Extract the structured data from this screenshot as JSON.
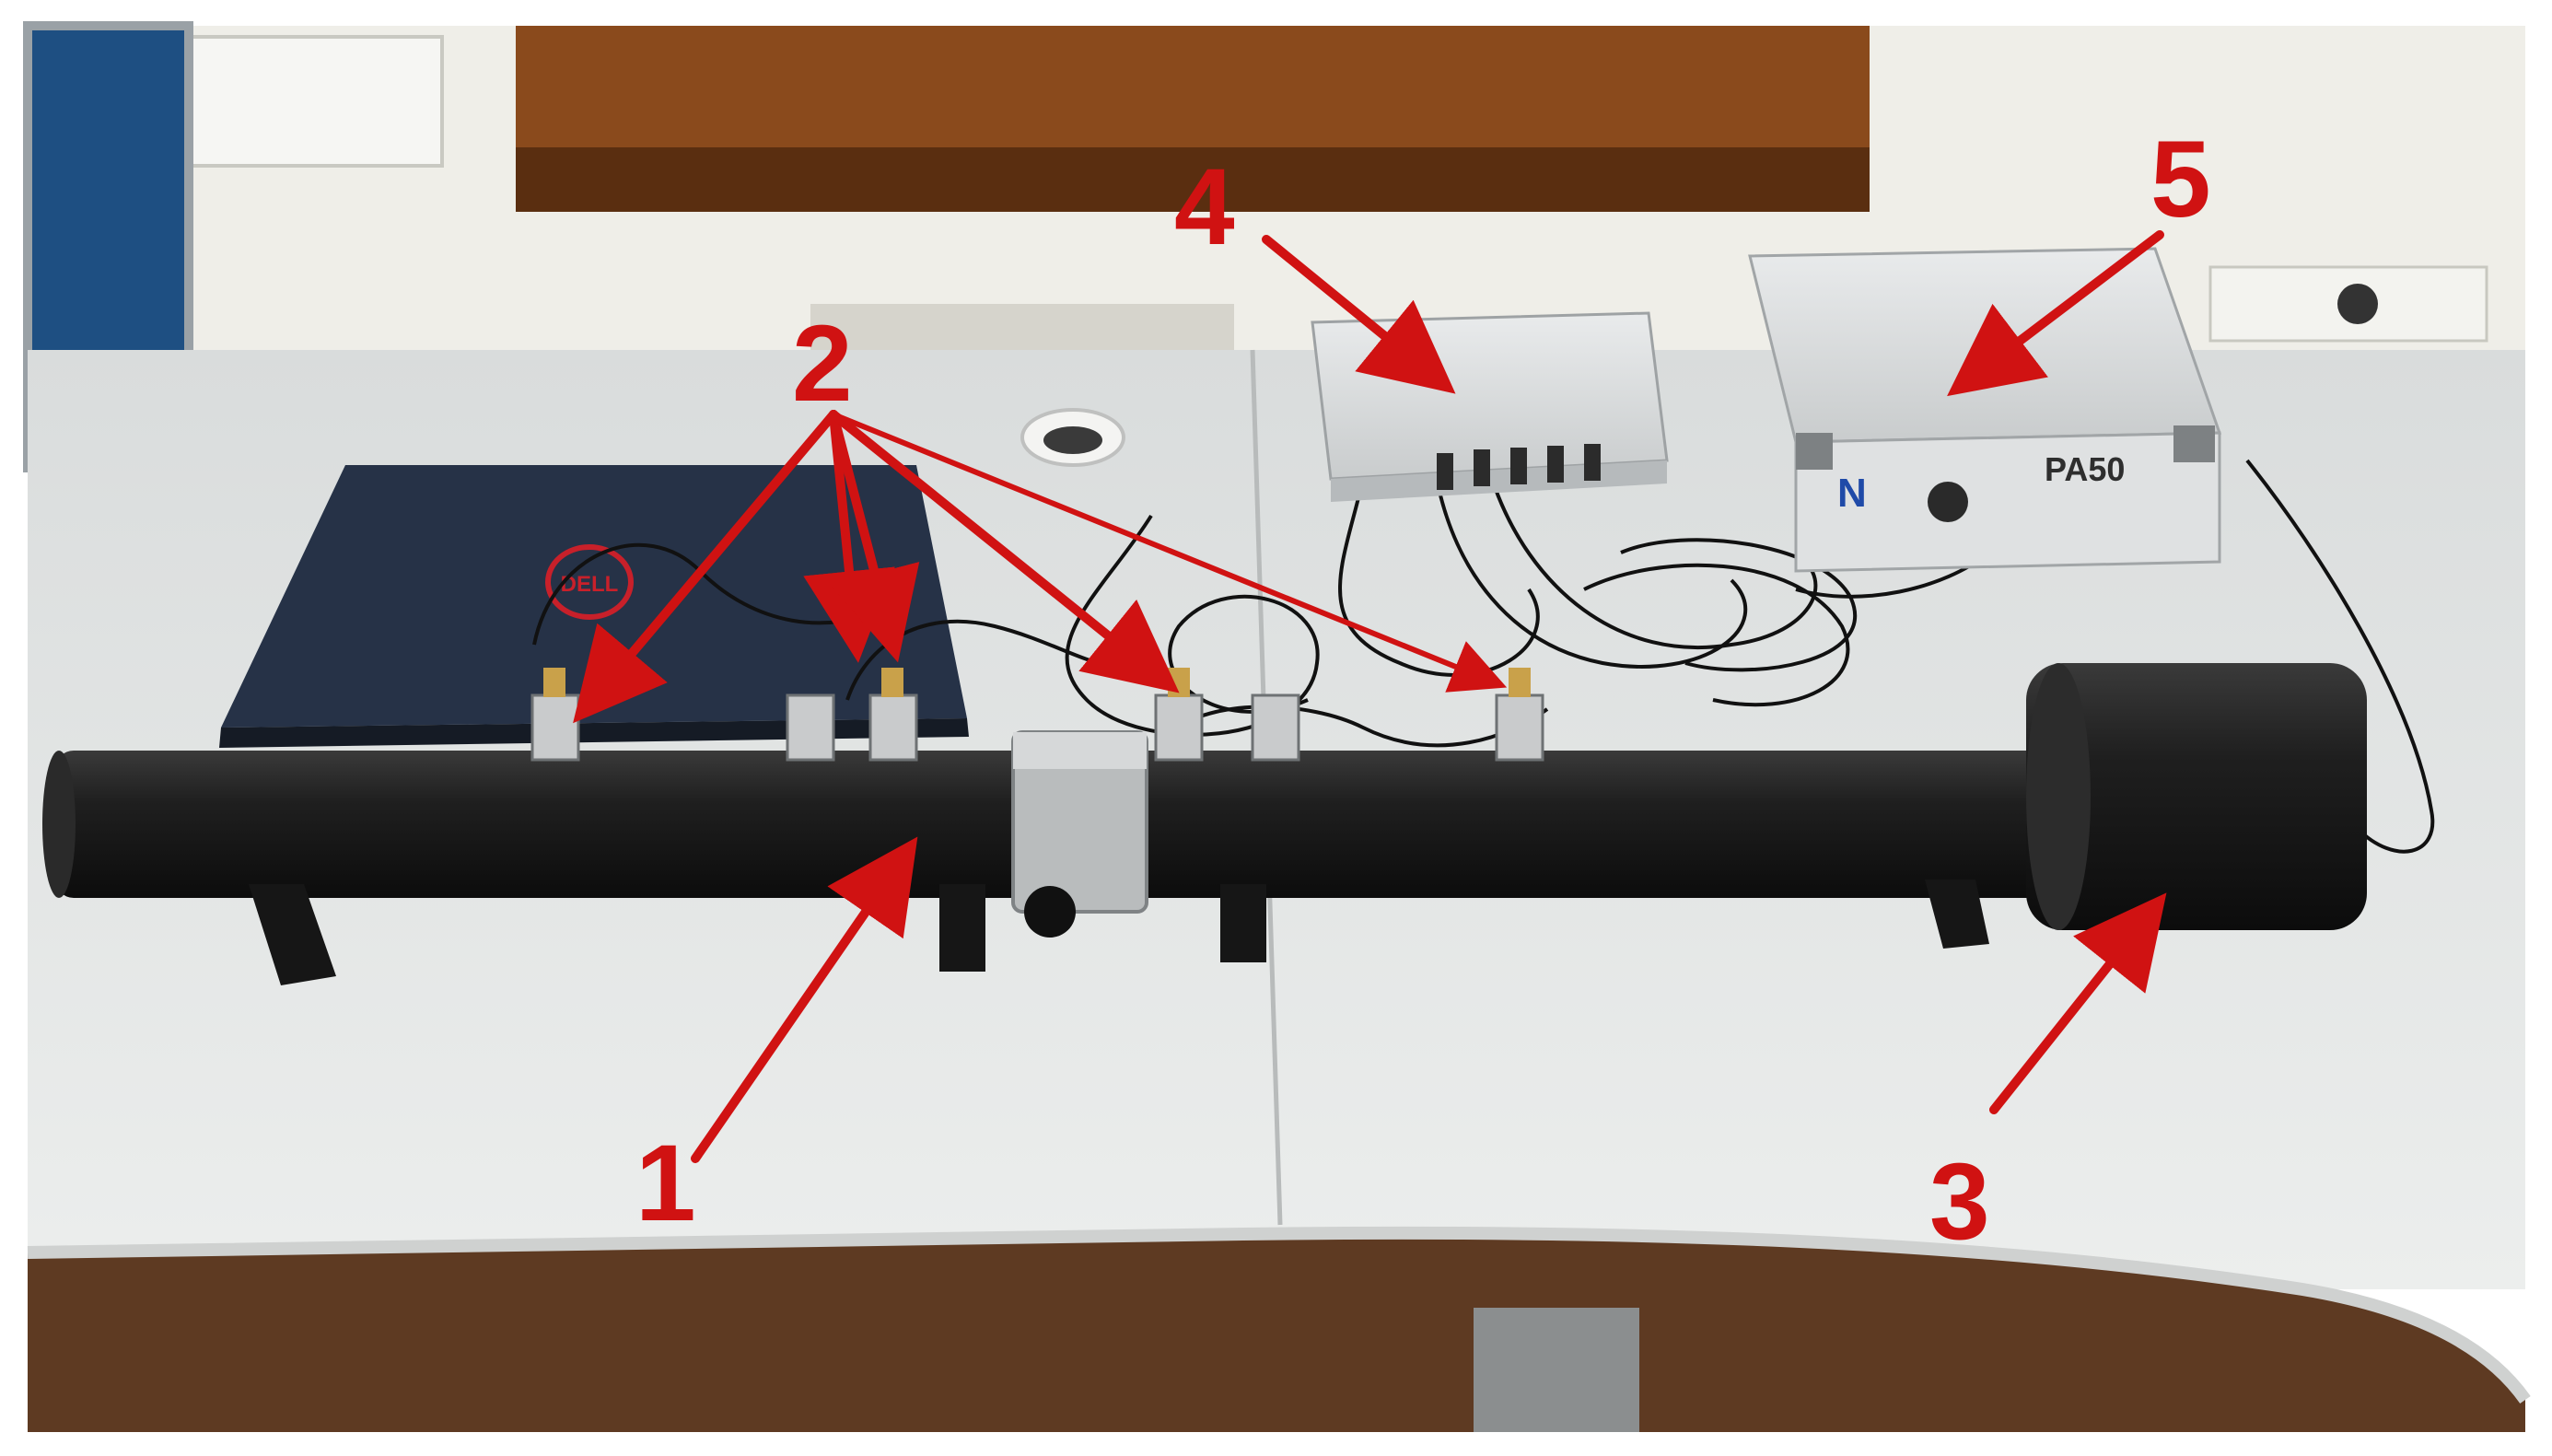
{
  "colors": {
    "annotation": "#d01212",
    "table": "#e4e6e5",
    "tube": "#1a1a1a",
    "wall": "#efeee8",
    "windowsill": "#8a4a1c",
    "floor": "#5e3a22"
  },
  "labels": {
    "l1": "1",
    "l2": "2",
    "l3": "3",
    "l4": "4",
    "l5": "5"
  },
  "equipment": {
    "amplifier_model": "PA50",
    "laptop_logo": "DELL"
  },
  "icons": {
    "arrow": "arrowhead-marker"
  }
}
